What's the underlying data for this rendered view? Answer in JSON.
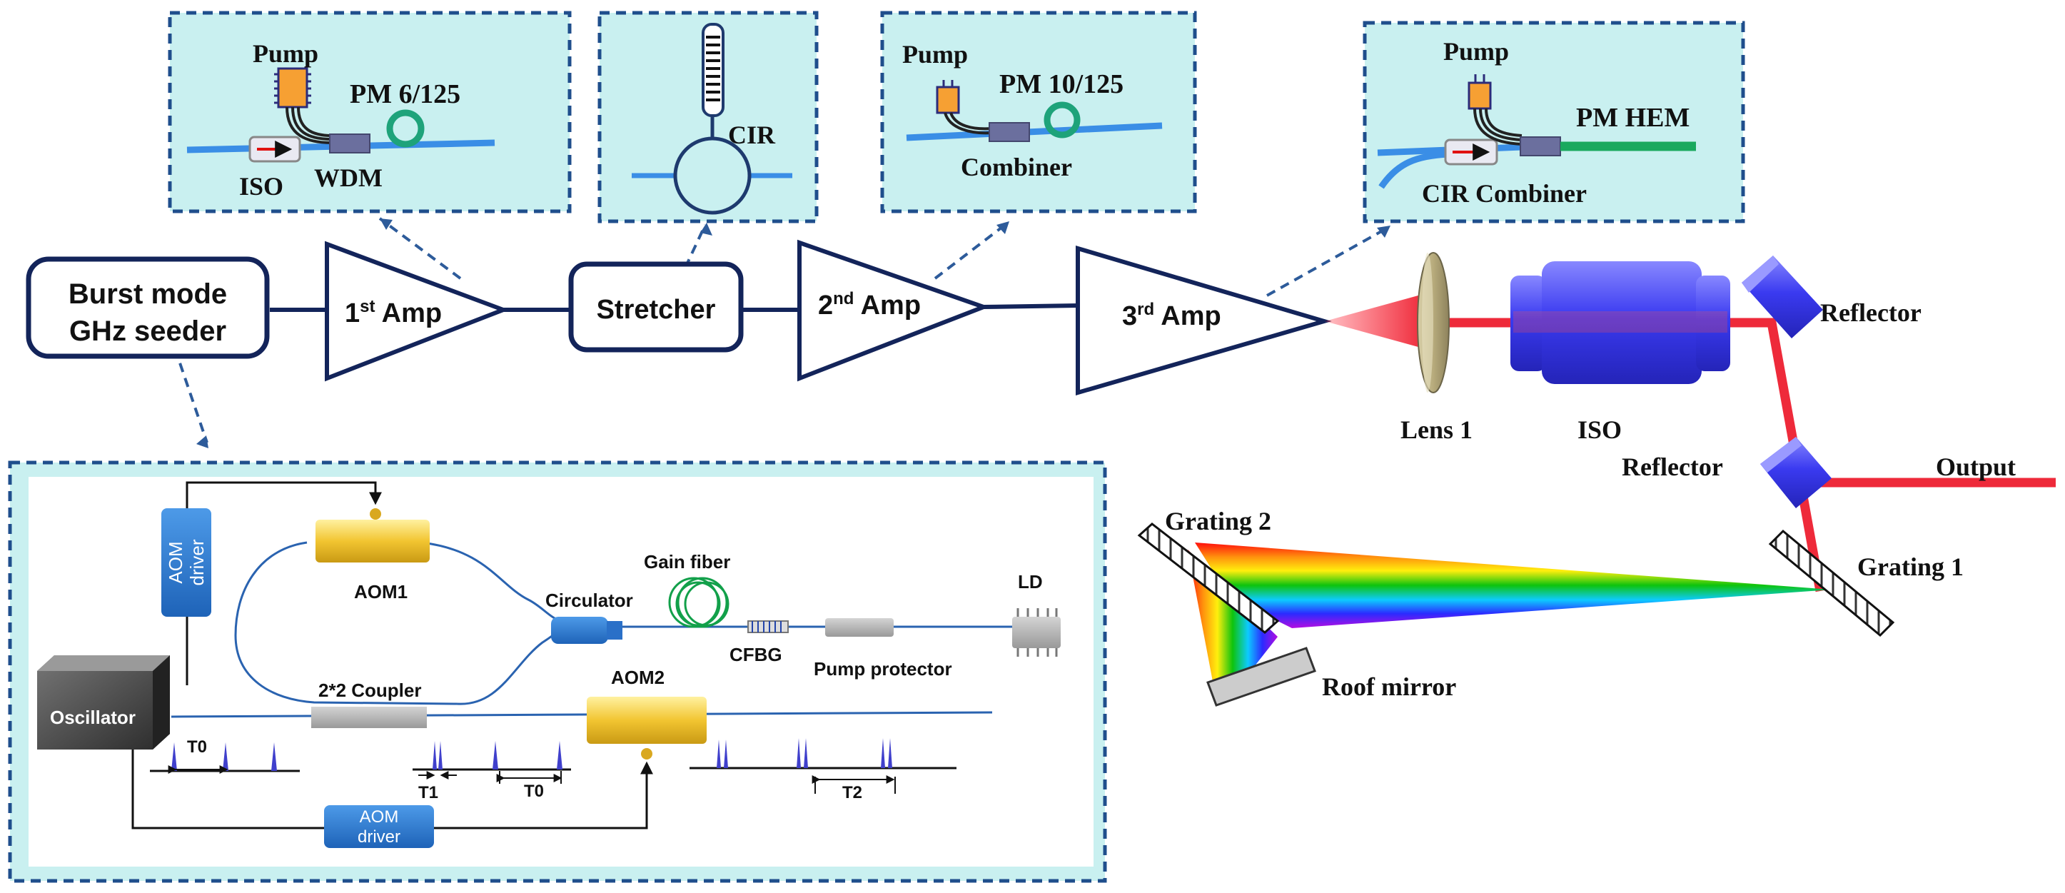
{
  "blocks": {
    "seeder_line1": "Burst mode",
    "seeder_line2": "GHz seeder",
    "amp_word": " Amp",
    "amp1_sup": "st",
    "amp2_sup": "nd",
    "amp3_sup": "rd",
    "stretcher": "Stretcher"
  },
  "insets": {
    "first": {
      "pump": "Pump",
      "fiber": "PM 6/125",
      "iso": "ISO",
      "wdm": "WDM"
    },
    "stretcher": {
      "cir": "CIR"
    },
    "second": {
      "pump": "Pump",
      "fiber": "PM 10/125",
      "combiner": "Combiner"
    },
    "third": {
      "pump": "Pump",
      "fiber": "PM  HEM",
      "cir_combiner": "CIR  Combiner"
    }
  },
  "optics": {
    "lens1": "Lens 1",
    "iso": "ISO",
    "reflector": "Reflector",
    "output": "Output",
    "grating1": "Grating 1",
    "grating2": "Grating 2",
    "roof_mirror": "Roof mirror"
  },
  "seeder": {
    "aom_driver_line1": "AOM",
    "aom_driver_line2": "driver",
    "aom1": "AOM1",
    "aom2": "AOM2",
    "oscillator": "Oscillator",
    "circulator": "Circulator",
    "gain_fiber": "Gain fiber",
    "cfbg": "CFBG",
    "pump_protector": "Pump protector",
    "ld": "LD",
    "coupler": "2*2 Coupler",
    "t0": "T0",
    "t1": "T1",
    "t2": "T2"
  },
  "colors": {
    "block_outline": "#13245a",
    "inset_fill": "#c9f0f0",
    "inset_border": "#1f4e8c",
    "beam": "#ee2a3a",
    "isolator": "#3a3af0",
    "pulse": "#4040cc"
  }
}
